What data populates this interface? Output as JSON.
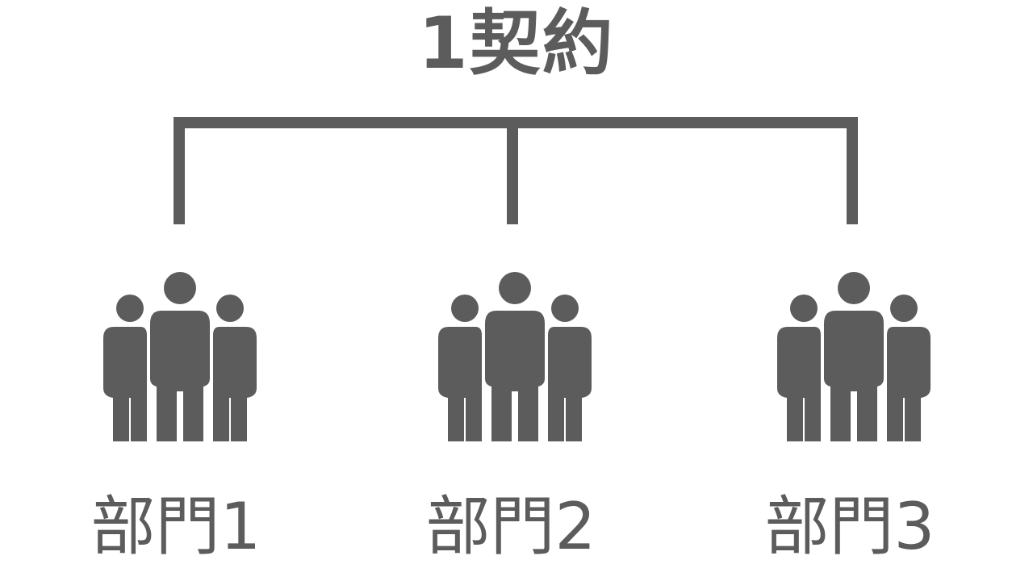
{
  "colors": {
    "ink": "#5c5c5c",
    "background": "#ffffff"
  },
  "title": "1契約",
  "departments": [
    {
      "label": "部門1",
      "icon": "people-group-icon"
    },
    {
      "label": "部門2",
      "icon": "people-group-icon"
    },
    {
      "label": "部門3",
      "icon": "people-group-icon"
    }
  ]
}
